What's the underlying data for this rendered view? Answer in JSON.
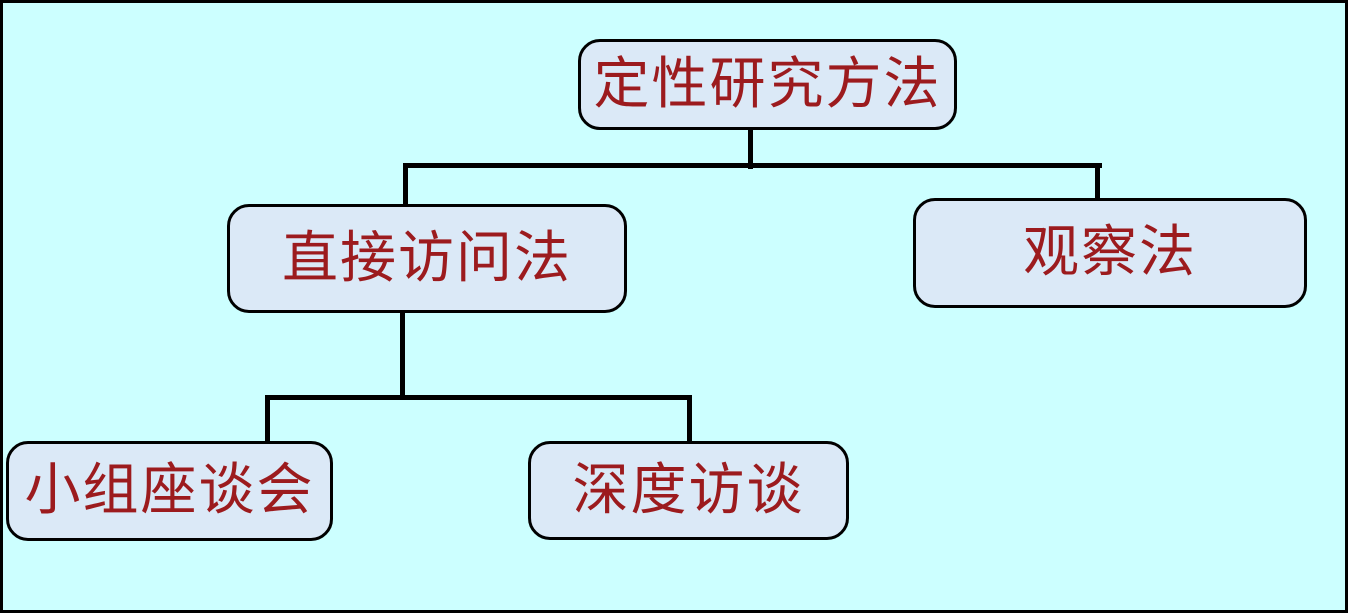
{
  "diagram": {
    "type": "tree",
    "title": "定性研究方法",
    "nodes": {
      "root": {
        "label": "定性研究方法",
        "level": 1
      },
      "direct_interview": {
        "label": "直接访问法",
        "level": 2
      },
      "observation": {
        "label": "观察法",
        "level": 2
      },
      "focus_group": {
        "label": "小组座谈会",
        "level": 3
      },
      "depth_interview": {
        "label": "深度访谈",
        "level": 3
      }
    },
    "edges": [
      {
        "from": "root",
        "to": "direct_interview"
      },
      {
        "from": "root",
        "to": "observation"
      },
      {
        "from": "direct_interview",
        "to": "focus_group"
      },
      {
        "from": "direct_interview",
        "to": "depth_interview"
      }
    ]
  },
  "colors": {
    "background": "#ccffff",
    "node_fill": "#dbe9f7",
    "node_border": "#000000",
    "node_text": "#9c1b1e",
    "connector": "#000000",
    "frame_border": "#000000"
  }
}
